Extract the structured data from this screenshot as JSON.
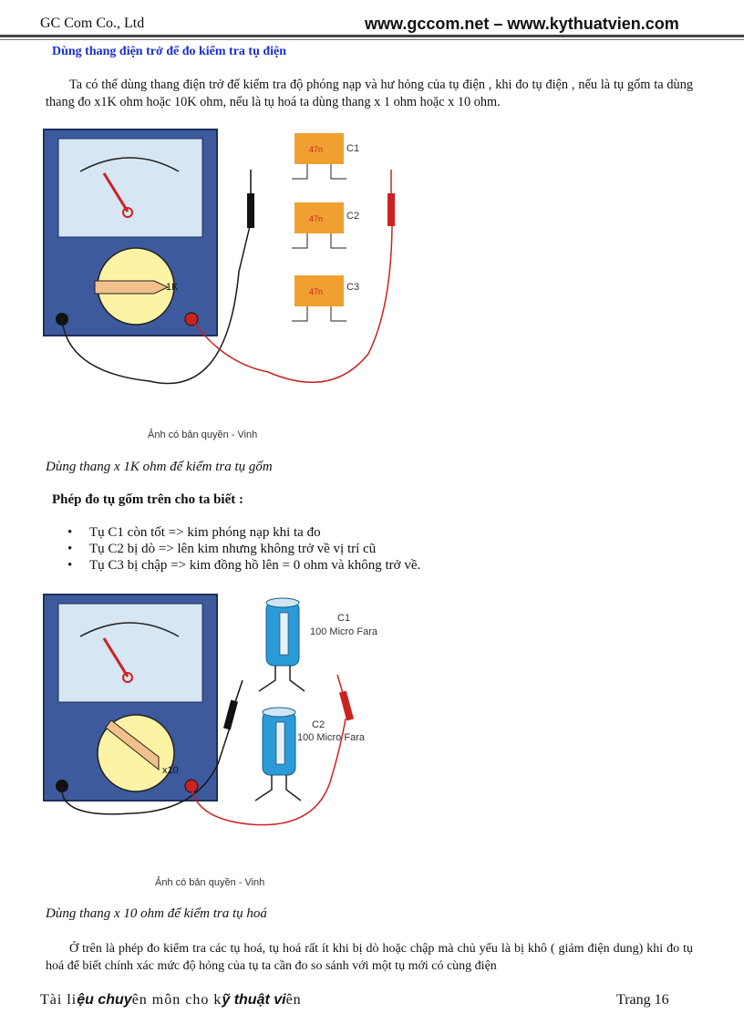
{
  "header": {
    "company": "GC Com Co., Ltd",
    "websites": "www.gccom.net – www.kythuatvien.com"
  },
  "section_title": "Dùng thang điện trở để đo kiểm tra tụ điện",
  "intro": "Ta có thể dùng thang điện trở để kiểm tra độ phóng nạp và hư hỏng của tụ điện , khi đo tụ điện , nếu là tụ gốm ta dùng thang đo x1K ohm hoặc 10K ohm, nếu là tụ hoá ta dùng thang x 1 ohm hoặc x 10 ohm.",
  "figure1": {
    "range_label": "1K",
    "capacitors": [
      {
        "value": "47n",
        "label": "C1"
      },
      {
        "value": "47n",
        "label": "C2"
      },
      {
        "value": "47n",
        "label": "C3"
      }
    ],
    "copyright": "Ảnh có bản quyền - Vinh",
    "caption": "Dùng thang x 1K ohm để kiểm tra tụ gốm"
  },
  "results": {
    "heading": "Phép đo tụ gốm trên cho ta biết :",
    "items": [
      "Tụ C1 còn tốt => kim phóng nạp khi ta đo",
      "Tụ C2 bị dò => lên kim nhưng không trở về vị trí cũ",
      "Tụ C3 bị chập => kim đồng hồ lên = 0 ohm và không trở về."
    ]
  },
  "figure2": {
    "range_label": "x10",
    "capacitors": [
      {
        "label": "C1",
        "value": "100 Micro Fara"
      },
      {
        "label": "C2",
        "value": "100 Micro Fara"
      }
    ],
    "copyright": "Ảnh có bản quyền - Vinh",
    "caption": "Dùng thang x 10 ohm để kiểm tra tụ hoá"
  },
  "closing": "Ở trên là phép đo kiểm tra các tụ hoá, tụ hoá rất ít khi bị dò hoặc chập mà chủ yếu là bị khô ( giảm điện dung) khi đo tụ hoá để biết chính xác mức độ hỏng của tụ ta cần đo so sánh với một tụ mới có cùng điện",
  "footer": {
    "part1": "Tài li",
    "part2": "ệu chuy",
    "part3": "ên môn cho k",
    "part4": "ỹ thuật vi",
    "part5": "ên",
    "page": "Trang 16"
  },
  "colors": {
    "title_blue": "#1a2fc9",
    "meter_body": "#3d5a9e",
    "meter_face": "#d6e6f2",
    "dial": "#fdf3a4",
    "capacitor": "#f0a030",
    "electrolytic": "#2a9bd8",
    "probe_red": "#cc1f1f",
    "wire_black": "#1a1a1a"
  }
}
